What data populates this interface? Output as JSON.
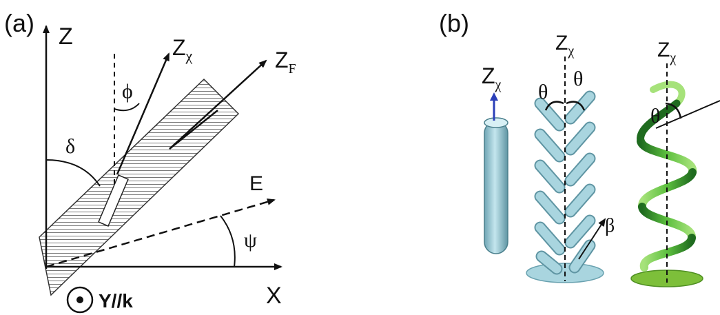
{
  "panel_a": {
    "label": "(a)",
    "axis_z": "Z",
    "axis_x": "X",
    "z_chi_main": "Z",
    "z_chi_sub": "χ",
    "z_f_main": "Z",
    "z_f_sub": "F",
    "angle_phi": "ϕ",
    "angle_delta": "δ",
    "e_field": "E",
    "angle_psi": "ψ",
    "y_axis_label": "Y//k"
  },
  "panel_b": {
    "label": "(b)",
    "rod_label_main": "Z",
    "rod_label_sub": "χ",
    "herring_axis_main": "Z",
    "herring_axis_sub": "χ",
    "theta_left": "θ",
    "theta_right": "θ",
    "beta": "β",
    "helix_axis_main": "Z",
    "helix_axis_sub": "χ",
    "helix_theta": "θ"
  },
  "colors": {
    "ink": "#111111",
    "rod_fill": "#a9d5df",
    "rod_stroke": "#3c6e7a",
    "arrow_blue": "#2b3fb8",
    "helix_dark": "#1f6b1f",
    "helix_light": "#7fd25c",
    "helix_base": "#8bc34a"
  }
}
